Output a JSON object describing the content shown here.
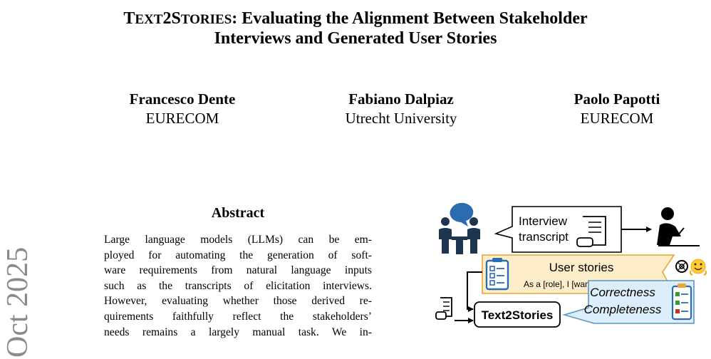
{
  "paper": {
    "title_line1_caps": [
      "T",
      "EXT",
      "2S",
      "TORIES"
    ],
    "title_line1_rest": ": Evaluating the Alignment Between Stakeholder",
    "title_line2": "Interviews and Generated User Stories",
    "authors": [
      {
        "name": "Francesco Dente",
        "affiliation": "EURECOM"
      },
      {
        "name": "Fabiano Dalpiaz",
        "affiliation": "Utrecht University"
      },
      {
        "name": "Paolo Papotti",
        "affiliation": "EURECOM"
      }
    ],
    "arxiv_stamp": "Oct 2025",
    "abstract_heading": "Abstract",
    "abstract_lines": [
      "Large language models (LLMs) can be em-",
      "ployed for automating the generation of soft-",
      "ware requirements from natural language inputs",
      "such as the transcripts of elicitation interviews.",
      "However, evaluating whether those derived re-",
      "quirements faithfully reflect the stakeholders’",
      "needs remains a largely manual task. We in-"
    ]
  },
  "figure": {
    "interview_label_1": "Interview",
    "interview_label_2": "transcript",
    "user_stories_title": "User stories",
    "user_stories_template": "As a [role], I [want to], [so that]",
    "tool_label": "Text2Stories",
    "metric_1": "Correctness",
    "metric_2": "Completeness",
    "colors": {
      "user_stories_fill": "#fdeec9",
      "user_stories_border": "#e7a732",
      "metrics_fill": "#dbeef9",
      "metrics_border": "#5b95c4",
      "people_blue": "#2b6cb0",
      "check_green": "#3a9a3a",
      "cross_red": "#c0392b",
      "hf_yellow": "#ffcc33"
    }
  }
}
